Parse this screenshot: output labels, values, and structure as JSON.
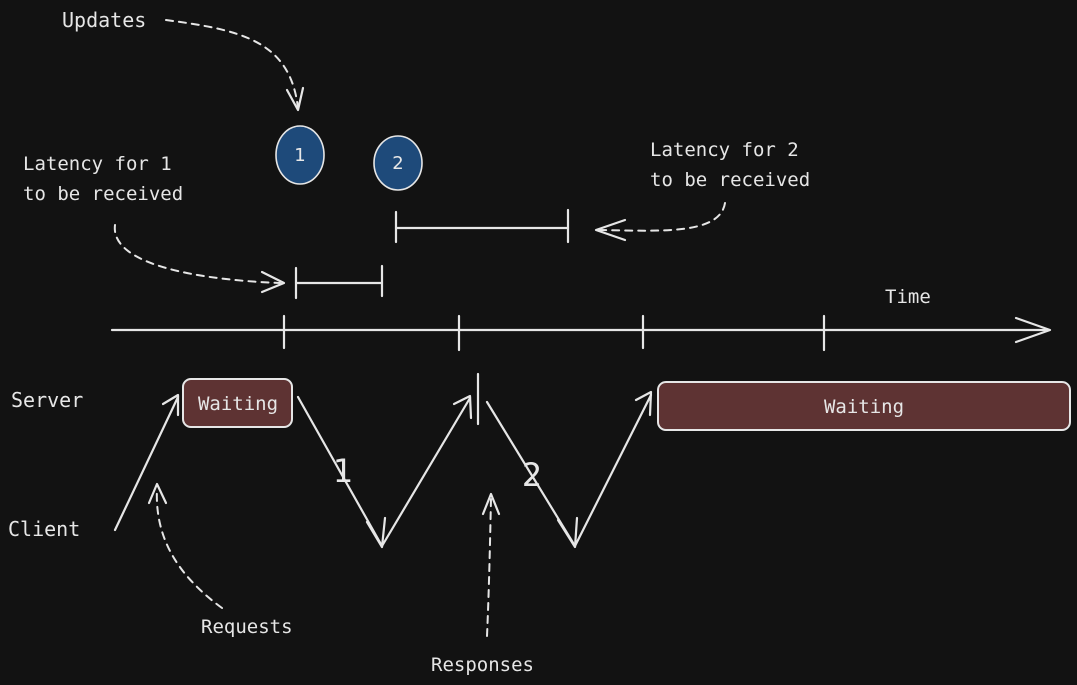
{
  "labels": {
    "updates": "Updates",
    "latency1_line1": "Latency for 1",
    "latency1_line2": "to be received",
    "latency2_line1": "Latency for 2",
    "latency2_line2": "to be received",
    "time": "Time",
    "server": "Server",
    "client": "Client",
    "requests": "Requests",
    "responses": "Responses",
    "waiting_short": "Waiting",
    "waiting_long": "Waiting",
    "response_number_1": "1",
    "response_number_2": "2"
  },
  "updates": [
    {
      "label": "1"
    },
    {
      "label": "2"
    }
  ],
  "colors": {
    "background": "#121212",
    "stroke": "#e6e6e6",
    "waiting_fill": "#5e3333",
    "update_fill": "#1e4a7a"
  }
}
